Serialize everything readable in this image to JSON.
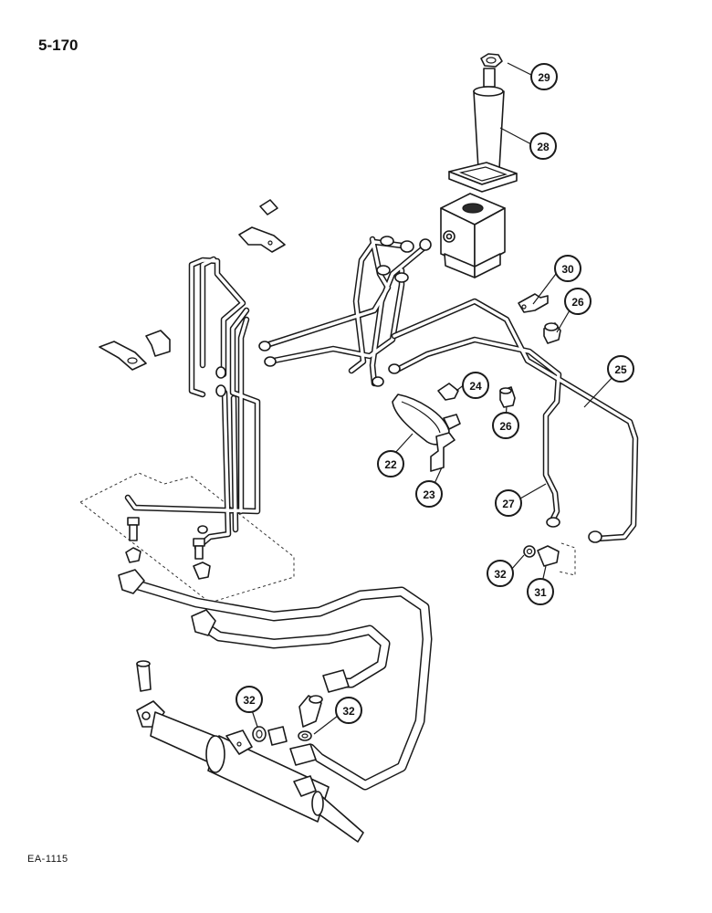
{
  "page": {
    "title": "5-170",
    "code": "EA-1115"
  },
  "callouts": [
    {
      "id": "c29",
      "label": "29"
    },
    {
      "id": "c28",
      "label": "28"
    },
    {
      "id": "c30",
      "label": "30"
    },
    {
      "id": "c26a",
      "label": "26"
    },
    {
      "id": "c25",
      "label": "25"
    },
    {
      "id": "c24",
      "label": "24"
    },
    {
      "id": "c26b",
      "label": "26"
    },
    {
      "id": "c22",
      "label": "22"
    },
    {
      "id": "c23",
      "label": "23"
    },
    {
      "id": "c27",
      "label": "27"
    },
    {
      "id": "c32a",
      "label": "32"
    },
    {
      "id": "c31",
      "label": "31"
    },
    {
      "id": "c32b",
      "label": "32"
    },
    {
      "id": "c32c",
      "label": "32"
    }
  ]
}
